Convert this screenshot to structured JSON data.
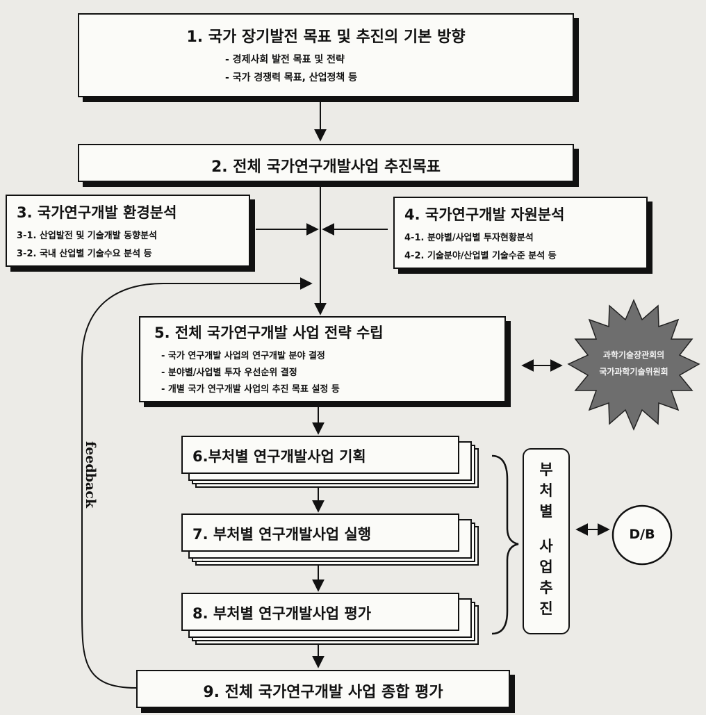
{
  "step1": {
    "title": "1. 국가 장기발전 목표 및 추진의 기본 방향",
    "lines": [
      "- 경제사회 발전 목표 및 전략",
      "- 국가 경쟁력 목표, 산업정책 등"
    ]
  },
  "step2": {
    "title": "2. 전체 국가연구개발사업 추진목표"
  },
  "step3": {
    "title": "3. 국가연구개발 환경분석",
    "lines": [
      "3-1. 산업발전 및 기술개발 동향분석",
      "3-2. 국내 산업별 기술수요 분석 등"
    ]
  },
  "step4": {
    "title": "4. 국가연구개발 자원분석",
    "lines": [
      "4-1. 분야별/사업별 투자현황분석",
      "4-2. 기술분야/산업별 기술수준 분석 등"
    ]
  },
  "step5": {
    "title": "5. 전체 국가연구개발 사업 전략 수립",
    "lines": [
      "- 국가 연구개발 사업의 연구개발 분야 결정",
      "- 분야별/사업별 투자 우선순위 결정",
      "- 개별 국가 연구개발 사업의 추진 목표 설정 등"
    ]
  },
  "committee": {
    "line1": "과학기술장관회의",
    "line2": "국가과학기술위원회"
  },
  "step6": {
    "title": "6.부처별 연구개발사업 기획"
  },
  "step7": {
    "title": "7. 부처별 연구개발사업 실행"
  },
  "step8": {
    "title": "8. 부처별 연구개발사업 평가"
  },
  "step9": {
    "title": "9. 전체 국가연구개발 사업 종합 평가"
  },
  "ministry_box": {
    "line1": "부",
    "line2": "처",
    "line3": "별",
    "line4": "사",
    "line5": "업",
    "line6": "추",
    "line7": "진"
  },
  "db": {
    "label": "D/B"
  },
  "feedback": {
    "label": "feedback"
  }
}
